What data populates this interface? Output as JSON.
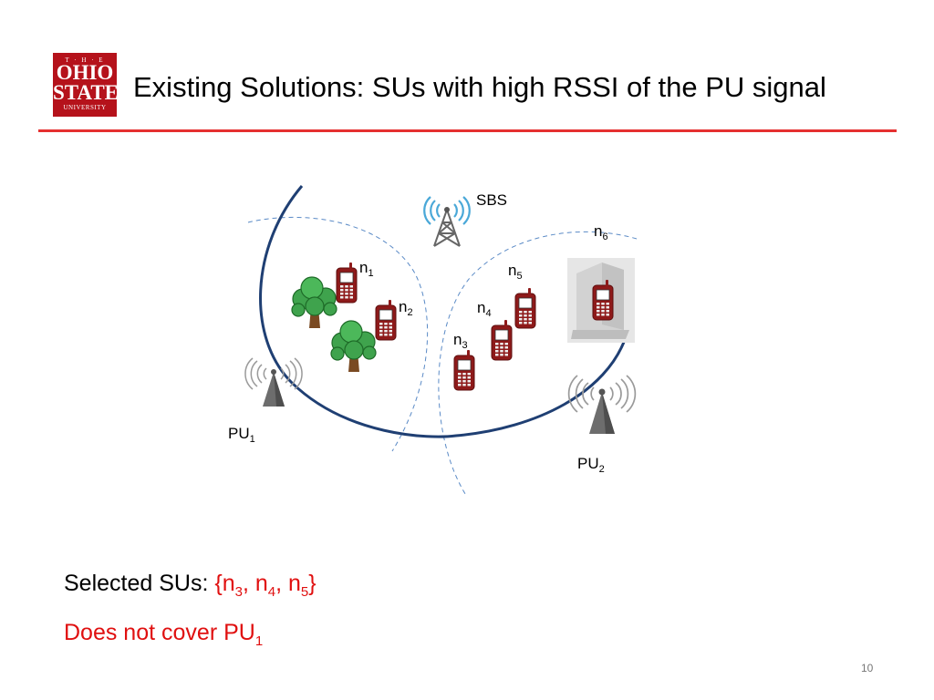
{
  "slide": {
    "title": "Existing Solutions: SUs with high RSSI of the PU signal",
    "page_number": "10",
    "accent_color": "#e53030"
  },
  "logo": {
    "line1": "T · H · E",
    "line2": "OHIO",
    "line3": "STATE",
    "line4": "UNIVERSITY",
    "color": "#b5121b"
  },
  "diagram": {
    "sbs_label": "SBS",
    "pu1": {
      "base": "PU",
      "sub": "1"
    },
    "pu2": {
      "base": "PU",
      "sub": "2"
    },
    "nodes": [
      {
        "base": "n",
        "sub": "1"
      },
      {
        "base": "n",
        "sub": "2"
      },
      {
        "base": "n",
        "sub": "3"
      },
      {
        "base": "n",
        "sub": "4"
      },
      {
        "base": "n",
        "sub": "5"
      },
      {
        "base": "n",
        "sub": "6"
      }
    ],
    "icons": [
      "cell-tower-icon",
      "phone-icon",
      "tree-icon",
      "building-icon",
      "antenna-icon"
    ]
  },
  "bullets": {
    "selected_prefix": "Selected SUs: ",
    "selected_set": [
      {
        "base": "{n",
        "sub": "3"
      },
      {
        "base": ", n",
        "sub": "4"
      },
      {
        "base": ", n",
        "sub": "5"
      },
      {
        "base": "}",
        "sub": ""
      }
    ],
    "line2_base": "Does not cover PU",
    "line2_sub": "1",
    "highlight_color": "#e01010"
  }
}
